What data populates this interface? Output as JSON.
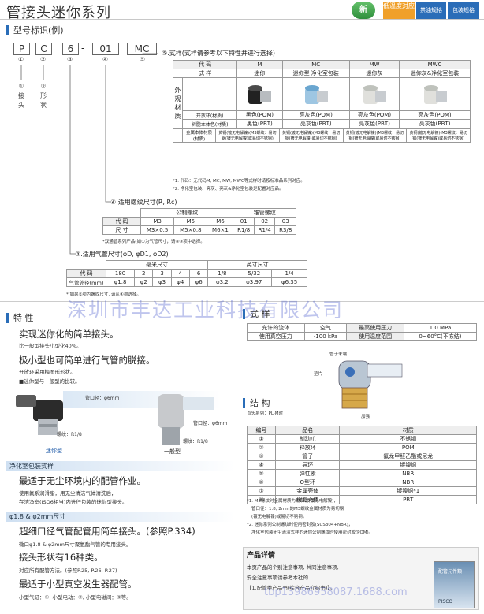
{
  "title": "管接头迷你系列",
  "badges": {
    "new": "新",
    "temp": "低温度对应",
    "b1": "禁油规格",
    "b2": "包装规格"
  },
  "model": {
    "heading": "型号标识(例)",
    "codes": [
      "P",
      "C",
      "6",
      "01",
      "MC"
    ],
    "dash": "-",
    "circles": [
      "①",
      "②",
      "③",
      "④",
      "⑤"
    ],
    "labels": [
      "①接头",
      "②形状"
    ],
    "style_label": "⑤.式样(式样请参考以下特性并进行选择)",
    "thread_label": "④.适用螺纹尺寸(R, Rc)",
    "tube_label": "③.适用气管尺寸(φD, φD1, φD2)"
  },
  "spec": {
    "code_h": "代 码",
    "style_h": "式 样",
    "cols": [
      "M",
      "MC",
      "MW",
      "MWC"
    ],
    "styles": [
      "迷你",
      "迷你型 净化室包装",
      "迷你灰",
      "迷你灰&净化室包装"
    ],
    "side": [
      "外",
      "观",
      "材",
      "质"
    ],
    "rows": [
      {
        "label": "开放环(材质)",
        "vals": [
          "黑色(POM)",
          "亮灰色(POM)",
          "亮灰色(POM)",
          "亮灰色(POM)"
        ]
      },
      {
        "label": "树脂本体色(材质)",
        "vals": [
          "黑色(PBT)",
          "亮灰色(PBT)",
          "亮灰色(PBT)",
          "亮灰色(PBT)"
        ]
      },
      {
        "label": "金属本体材质(材质)",
        "vals": [
          "黄铜(镀无电解镍)(M3螺纹：易切钢(镀无电解镍)或易切不锈钢)",
          "黄铜(镀无电解镍)(M3螺纹：易切钢(镀无电解镍)或易切不锈钢)",
          "黄铜(镀无电解镍)(M3螺纹：易切钢(镀无电解镍)或易切不锈钢)",
          "黄铜(镀无电解镍)(M3螺纹：易切钢(镀无电解镍)或易切不锈钢)"
        ]
      }
    ],
    "notes": [
      "*1. 代码：无代码M, MC, MW, MWC等式样时请按标准品系列对应。",
      "*2. 净化室包装、亮灰、亮灰&净化室包装是配置对应品。"
    ]
  },
  "thread": {
    "g1": "公制螺纹",
    "g2": "锥管螺纹",
    "code_h": "代 码",
    "size_h": "尺 寸",
    "codes": [
      "M3",
      "M5",
      "M6",
      "01",
      "02",
      "03"
    ],
    "sizes": [
      "M3×0.5",
      "M5×0.8",
      "M6×1",
      "R1/8",
      "R1/4",
      "R3/8"
    ],
    "note": "*双通管系列产品(如①为气管尺寸，请④③项中选择。"
  },
  "tube": {
    "g1": "毫米尺寸",
    "g2": "英寸尺寸",
    "code_h": "代 码",
    "dia_h": "气管外径(mm)",
    "codes": [
      "180",
      "2",
      "3",
      "4",
      "6",
      "1/8",
      "5/32",
      "1/4"
    ],
    "dias": [
      "φ1.8",
      "φ2",
      "φ3",
      "φ4",
      "φ6",
      "φ3.2",
      "φ3.97",
      "φ6.35"
    ],
    "note": "* 如果②项为螺纹尺寸, 请从④项选择。"
  },
  "watermark": "深圳市丰达工业科技有限公司",
  "watermark2": "tbp13986958087.1688.com",
  "features": {
    "heading": "特 性",
    "h1": "实现迷你化的简单接头。",
    "d1": "比一般型接头小型化40%。",
    "h2": "极小型也可简单进行气管的脱接。",
    "d2": "开放环采用梅图形形状。",
    "d3": "■迷你型与一般型的比较。",
    "tube1": "管口径：φ6mm",
    "thread1": "螺纹：R1/8",
    "mini": "迷你型",
    "tube2": "管口径：φ6mm",
    "thread2": "螺纹：R1/8",
    "normal": "一般型"
  },
  "clean": {
    "bar": "净化室包装式样",
    "h": "最适于无尘环境内的配管作业。",
    "d1": "使用氟系润滑脂，用无尘清洁气体清洗后，",
    "d2": "在洁净室(ISO6相当)内进行包装的迷你型接头。"
  },
  "small": {
    "bar": "φ1.8 & φ2mm尺寸",
    "h1": "超细口径气管配管用简单接头。(参照P.334)",
    "d1": "微口φ1.8 & φ2mm尺寸聚氨酯气管的专用接头。",
    "h2": "接头形状有16种类。",
    "d2": "对应所有配管方法。(参照P.25, P.26, P.27)",
    "h3": "最适于小型真空发生器配管。",
    "d3": "小型气缸：①, 小型电动：②, 小型电磁阀：③等。"
  },
  "style": {
    "heading": "式 样",
    "r1": [
      "允许的流体",
      "空气",
      "最高使用压力",
      "1.0 MPa"
    ],
    "r2": [
      "使用真空压力",
      "-100 kPa",
      "使用温度范围",
      "0~60°C(不冻结)"
    ]
  },
  "structure": {
    "heading": "结 构",
    "sub": "直头系列：PL-M时",
    "labels": [
      "管子未端",
      "垫片",
      "加强"
    ],
    "cols": [
      "编号",
      "品名",
      "材质"
    ],
    "rows": [
      [
        "①",
        "制动爪",
        "不锈钢"
      ],
      [
        "②",
        "释放环",
        "POM"
      ],
      [
        "③",
        "管子",
        "氟龙甲醛乙酯或尼龙"
      ],
      [
        "④",
        "导环",
        "镀镍铜"
      ],
      [
        "⑤",
        "弹性素",
        "NBR"
      ],
      [
        "⑥",
        "O型环",
        "NBR"
      ],
      [
        "⑦",
        "金属壳体",
        "镀镍铜*1"
      ],
      [
        "⑧",
        "树脂壳体",
        "PBT"
      ]
    ],
    "n1": "*1. M3螺纹时金属材质为易切钢(镀无电解镍)，",
    "n2": "管口径：1.8, 2mm的M3螺纹金属材质为易切钢",
    "n3": "(镀无电解镍)或易切不锈钢。",
    "n4": "*2. 迷你系列公制螺纹时使用密封胶(SUS304+NBR)，",
    "n5": "净化室包装无尘清洁式样的迷你公制螺纹时使用密封胶(POM)。"
  },
  "detail": {
    "heading": "产品详情",
    "l1": "本页产品的个别注意事项, 共同注意事项,",
    "l2": "安全注意事项请参考本社的",
    "l3": "【1.配管类产品书(综合产品介绍书)】。",
    "book": "配管元件類",
    "brand": "PISCO"
  }
}
